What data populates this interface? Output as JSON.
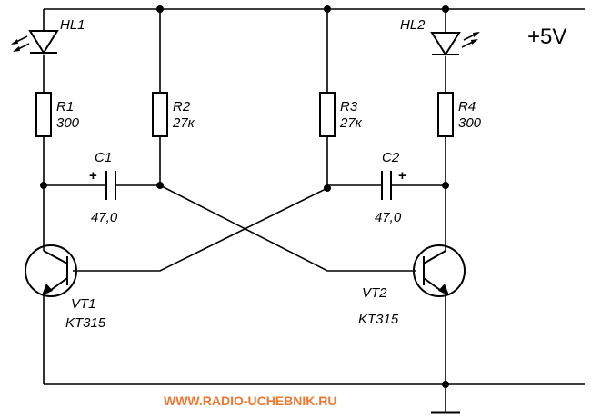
{
  "supply_label": "+5V",
  "watermark": {
    "text": "WWW.RADIO-UCHEBNIK.RU",
    "color": "#f07830"
  },
  "components": {
    "hl1": {
      "ref": "HL1"
    },
    "hl2": {
      "ref": "HL2"
    },
    "r1": {
      "ref": "R1",
      "value": "300"
    },
    "r2": {
      "ref": "R2",
      "value": "27к"
    },
    "r3": {
      "ref": "R3",
      "value": "27к"
    },
    "r4": {
      "ref": "R4",
      "value": "300"
    },
    "c1": {
      "ref": "C1",
      "value": "47,0",
      "polarity": "+"
    },
    "c2": {
      "ref": "C2",
      "value": "47,0",
      "polarity": "+"
    },
    "vt1": {
      "ref": "VT1",
      "type": "KT315"
    },
    "vt2": {
      "ref": "VT2",
      "type": "KT315"
    }
  }
}
